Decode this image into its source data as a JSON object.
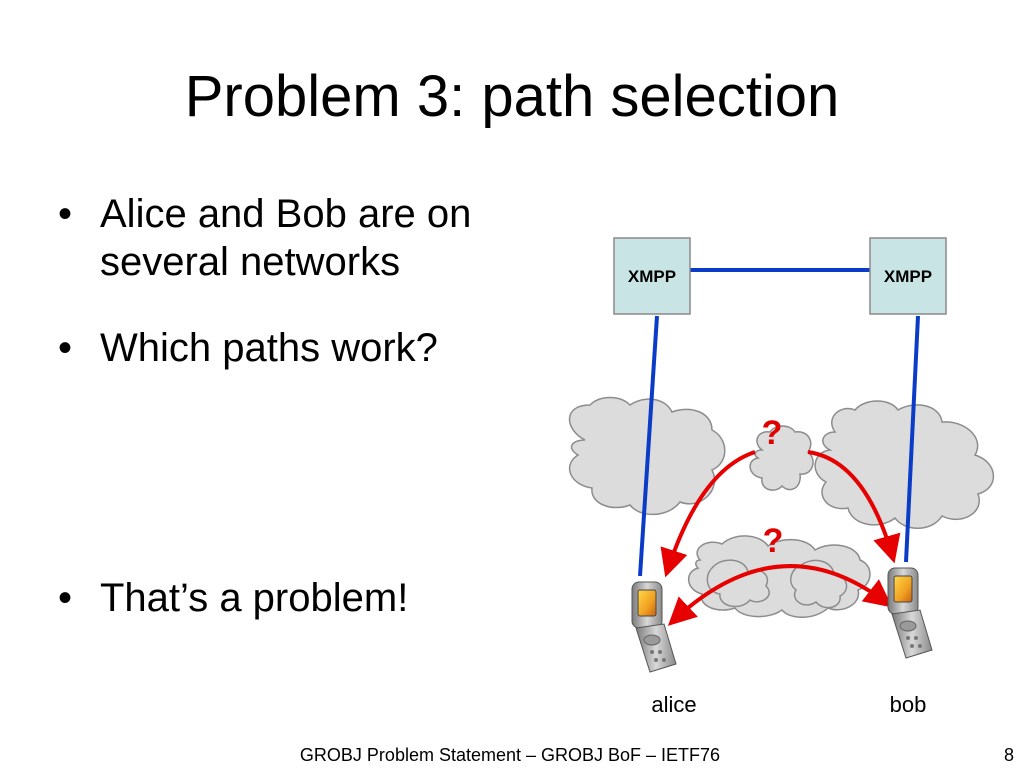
{
  "slide": {
    "title": "Problem 3: path selection",
    "bullets": [
      "Alice and Bob are on several networks",
      "Which paths work?",
      "That’s a problem!"
    ],
    "footer": "GROBJ Problem Statement – GROBJ BoF – IETF76",
    "page_number": "8"
  },
  "diagram": {
    "server_left": "XMPP",
    "server_right": "XMPP",
    "question_top": "?",
    "question_bottom": "?",
    "label_alice": "alice",
    "label_bob": "bob",
    "colors": {
      "server_fill": "#c9e4e4",
      "link_blue": "#0a3cc8",
      "arrow_red": "#e60000",
      "question_red": "#e00000",
      "cloud_fill": "#dcdcdc",
      "cloud_stroke": "#8c8c8c"
    }
  }
}
